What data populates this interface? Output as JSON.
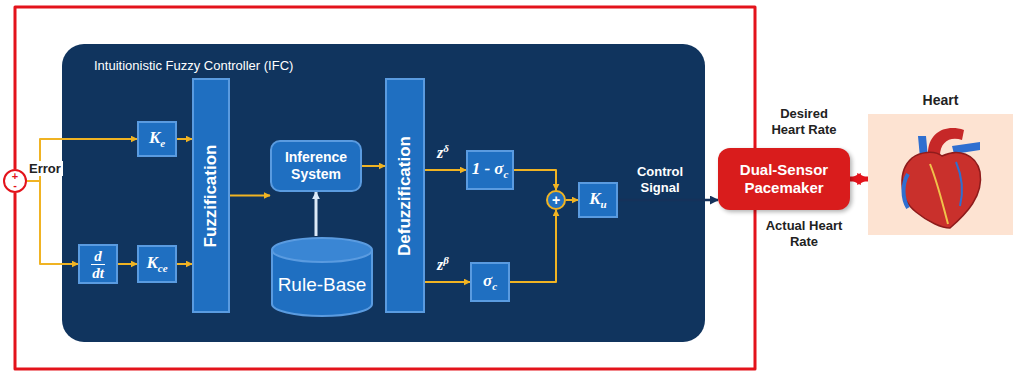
{
  "diagram": {
    "nodes": [
      {
        "text": [
          "Intuitionistic Fuzzy Controller (IFC)"
        ]
      },
      {
        "text": [
          "Ke"
        ],
        "in": 0
      },
      {
        "text": [
          "d",
          "dt"
        ],
        "in": 0
      },
      {
        "text": [
          "Kce"
        ],
        "in": 0
      },
      {
        "text": [
          "Fuzzification"
        ],
        "in": 0
      },
      {
        "text": [
          "Inference System"
        ],
        "in": 0
      },
      {
        "text": [
          "Rule-Base"
        ],
        "in": 0
      },
      {
        "text": [
          "Defuzzification"
        ],
        "in": 0
      },
      {
        "text": [
          "1 - σc"
        ],
        "in": 0
      },
      {
        "text": [
          "σc"
        ],
        "in": 0
      },
      {
        "text": [
          "+"
        ],
        "in": 0
      },
      {
        "text": [
          "Ku"
        ],
        "in": 0
      },
      {
        "text": [
          "Dual-Sensor Pacemaker"
        ]
      },
      {
        "text": [
          "Heart"
        ]
      },
      {
        "text": [
          "+",
          "-"
        ]
      }
    ],
    "edges": [
      {
        "from": 14,
        "to": 1,
        "arrow": "to"
      },
      {
        "from": 14,
        "to": 2,
        "arrow": "to"
      },
      {
        "from": 2,
        "to": 3,
        "arrow": "to"
      },
      {
        "from": 1,
        "to": 4,
        "arrow": "to"
      },
      {
        "from": 3,
        "to": 4,
        "arrow": "to"
      },
      {
        "from": 4,
        "to": 5,
        "arrow": "to"
      },
      {
        "from": 6,
        "to": 5,
        "arrow": "to"
      },
      {
        "from": 5,
        "to": 7,
        "arrow": "to"
      },
      {
        "from": 7,
        "to": 8,
        "arrow": "to"
      },
      {
        "from": 7,
        "to": 9,
        "arrow": "to"
      },
      {
        "from": 8,
        "to": 10,
        "arrow": "to"
      },
      {
        "from": 9,
        "to": 10,
        "arrow": "to"
      },
      {
        "from": 10,
        "to": 11,
        "arrow": "to"
      },
      {
        "from": 11,
        "to": 12,
        "arrow": "to"
      },
      {
        "from": 12,
        "to": 13,
        "arrow": "both"
      },
      {
        "from": 12,
        "to": 14,
        "arrow": "none"
      },
      {
        "from": 12,
        "to": 14,
        "arrow": "none"
      }
    ],
    "labels": [
      "Error",
      "zδ",
      "zβ",
      "Control Signal",
      "Desired Heart Rate",
      "Actual Heart Rate"
    ]
  }
}
